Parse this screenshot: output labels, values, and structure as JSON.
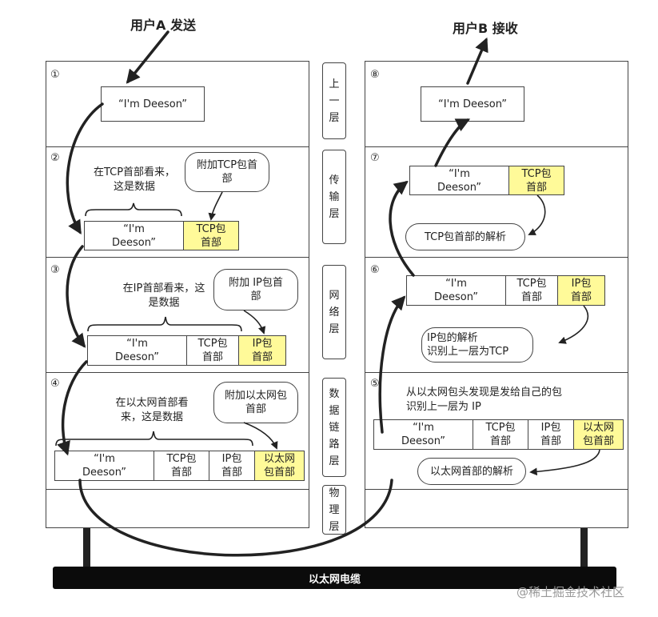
{
  "titles": {
    "sender": "用户A 发送",
    "receiver": "用户B 接收"
  },
  "left_steps": [
    "①",
    "②",
    "③",
    "④"
  ],
  "right_steps": [
    "⑧",
    "⑦",
    "⑥",
    "⑤"
  ],
  "layers": {
    "upper": "上\n一\n层",
    "transport": "传\n输\n层",
    "network": "网\n络\n层",
    "datalink": "数\n据\n链\n路\n层",
    "physical": "物\n理\n层"
  },
  "payload": "“I'm Deeson”",
  "payload_split": "“I'm\nDeeson”",
  "tcp_header": "TCP包\n首部",
  "ip_header": "IP包\n首部",
  "eth_header": "以太网\n包首部",
  "left": {
    "transport_note": "在TCP首部看来，\n这是数据",
    "transport_bubble": "附加TCP包首\n部",
    "network_note": "在IP首部看来，这\n是数据",
    "network_bubble": "附加 IP包首\n部",
    "datalink_note": "在以太网首部看\n来，这是数据",
    "datalink_bubble": "附加以太网包\n首部"
  },
  "right": {
    "transport_bubble": "TCP包首部的解析",
    "network_bubble": "IP包的解析\n识别上一层为TCP",
    "datalink_note": "从以太网包头发现是发给自己的包\n识别上一层为 IP",
    "datalink_bubble": "以太网首部的解析"
  },
  "cable": "以太网电缆",
  "watermark": "@稀土掘金技术社区"
}
